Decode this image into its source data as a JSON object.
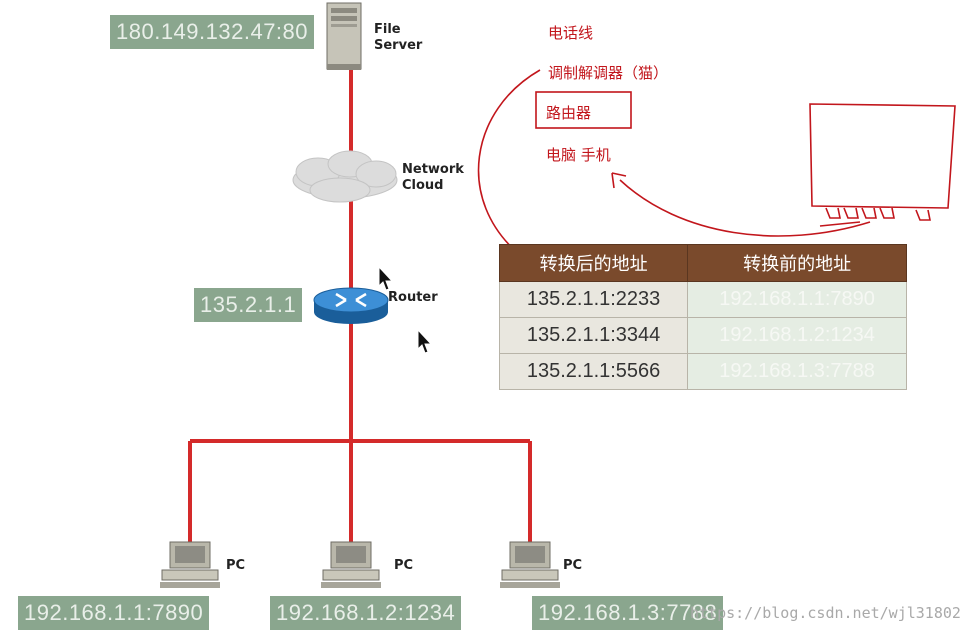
{
  "server": {
    "ip": "180.149.132.47:80",
    "label_line1": "File",
    "label_line2": "Server"
  },
  "cloud": {
    "label_line1": "Network",
    "label_line2": "Cloud"
  },
  "router": {
    "ip": "135.2.1.1",
    "label": "Router"
  },
  "pcs": [
    {
      "label": "PC",
      "ip": "192.168.1.1:7890"
    },
    {
      "label": "PC",
      "ip": "192.168.1.2:1234"
    },
    {
      "label": "PC",
      "ip": "192.168.1.3:7788"
    }
  ],
  "notes": {
    "line1": "电话线",
    "line2": "调制解调器（猫）",
    "line3": "路由器",
    "line4": "电脑 手机"
  },
  "nat_table": {
    "headers": [
      "转换后的地址",
      "转换前的地址"
    ],
    "rows": [
      [
        "135.2.1.1:2233",
        "192.168.1.1:7890"
      ],
      [
        "135.2.1.1:3344",
        "192.168.1.2:1234"
      ],
      [
        "135.2.1.1:5566",
        "192.168.1.3:7788"
      ]
    ]
  },
  "watermark": "https://blog.csdn.net/wjl31802",
  "colors": {
    "link": "#d42a2a",
    "annotation": "#c2161c",
    "ip_box": "#8aa68e",
    "table_header": "#7a4a2c"
  }
}
